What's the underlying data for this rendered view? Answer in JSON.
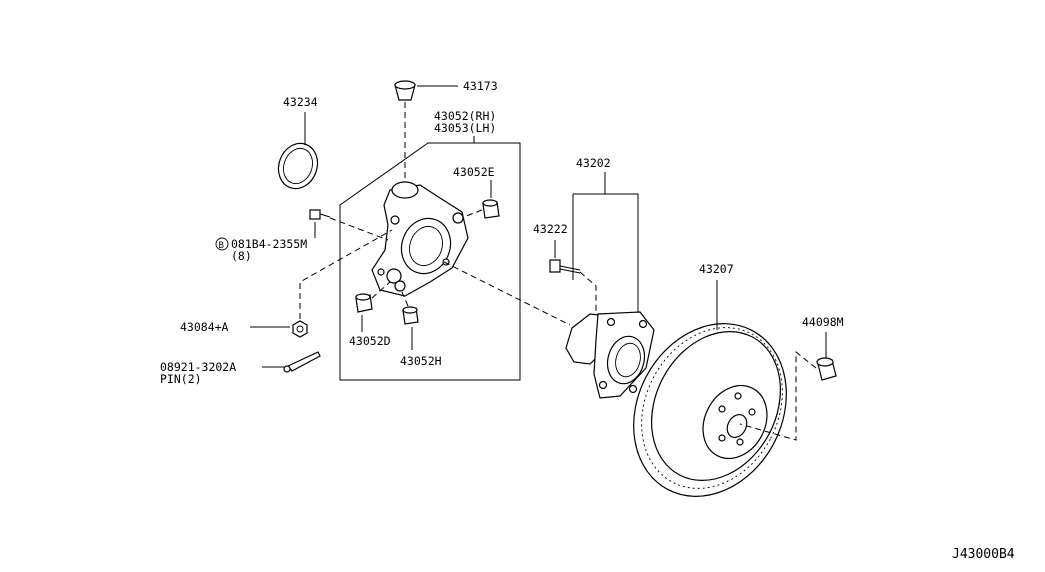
{
  "diagram_code": "J43000B4",
  "labels": {
    "p43173": "43173",
    "p43234": "43234",
    "p43052_rh": "43052(RH)",
    "p43053_lh": "43053(LH)",
    "p43052e": "43052E",
    "p43202": "43202",
    "p43222": "43222",
    "p43207": "43207",
    "p44098m": "44098M",
    "bolt_code": "081B4-2355M",
    "bolt_qty": "(8)",
    "bolt_prefix": "B",
    "p43084a": "43084+A",
    "p43052d": "43052D",
    "p43052h": "43052H",
    "pin_code": "08921-3202A",
    "pin_desc": "PIN(2)"
  }
}
